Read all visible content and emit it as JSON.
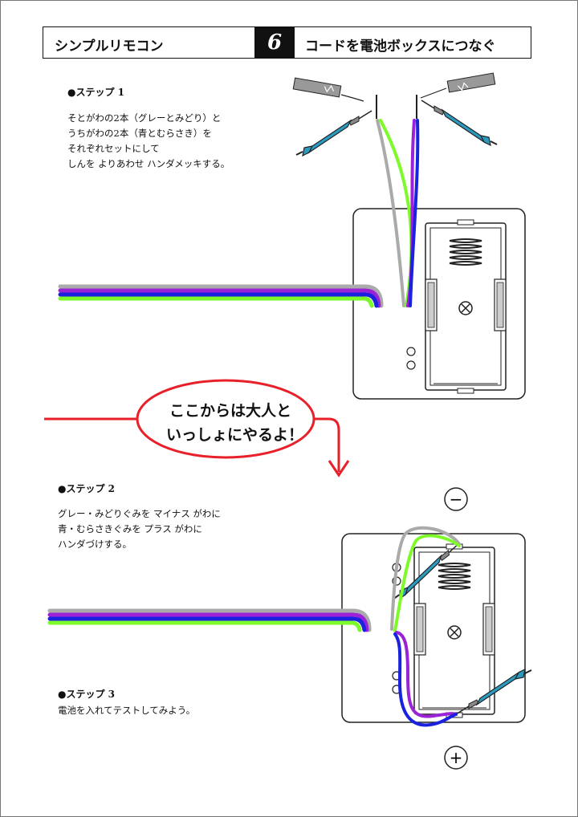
{
  "header": {
    "title": "シンプルリモコン",
    "number": "6",
    "chapter": "コードを電池ボックスにつなぐ"
  },
  "steps": [
    {
      "label": "●ステップ 1",
      "body": "そとがわの2本（グレーとみどり）と\nうちがわの2本（青とむらさき）を\nそれぞれセットにして\nしんを よりあわせ ハンダメッキする。"
    },
    {
      "label": "●ステップ 2",
      "body": "グレー・みどりぐみを マイナス がわに\n青・むらさきぐみを プラス がわに\nハンダづけする。"
    },
    {
      "label": "●ステップ 3",
      "body": "電池を入れてテストしてみよう。"
    }
  ],
  "callout": {
    "text": "ここからは大人と\nいっしょにやるよ！"
  },
  "signs": {
    "minus": "−",
    "plus": "+"
  },
  "colors": {
    "wire_gray": "#aaaaaa",
    "wire_green": "#7dfa2a",
    "wire_purple": "#9b22d6",
    "wire_blue": "#1a22e0",
    "callout_red": "#e8202a",
    "iron_teal": "#2b9bc0"
  },
  "icons": [
    "soldering-iron-icon",
    "solder-wire-icon",
    "battery-box-icon",
    "spring-icon",
    "screw-icon",
    "arrow-down-icon"
  ]
}
